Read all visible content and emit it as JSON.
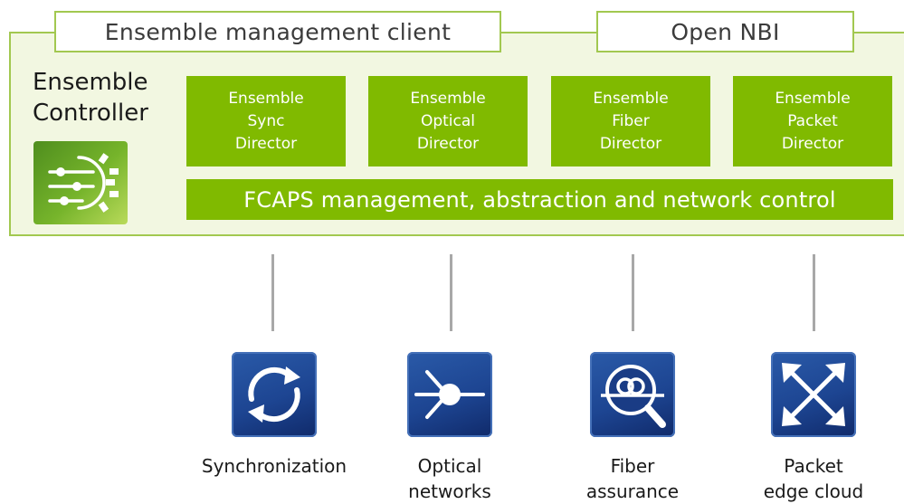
{
  "header": {
    "management_client": "Ensemble management client",
    "open_nbi": "Open NBI"
  },
  "controller": {
    "title_line1": "Ensemble",
    "title_line2": "Controller",
    "logo_icon": "sliders-gear-icon"
  },
  "directors": [
    {
      "line1": "Ensemble",
      "line2": "Sync",
      "line3": "Director"
    },
    {
      "line1": "Ensemble",
      "line2": "Optical",
      "line3": "Director"
    },
    {
      "line1": "Ensemble",
      "line2": "Fiber",
      "line3": "Director"
    },
    {
      "line1": "Ensemble",
      "line2": "Packet",
      "line3": "Director"
    }
  ],
  "fcaps_bar": "FCAPS management, abstraction and network control",
  "networks": [
    {
      "icon": "sync-arrows-icon",
      "line1": "Synchronization",
      "line2": ""
    },
    {
      "icon": "optical-node-icon",
      "line1": "Optical",
      "line2": "networks"
    },
    {
      "icon": "fiber-magnifier-icon",
      "line1": "Fiber",
      "line2": "assurance"
    },
    {
      "icon": "packet-cross-arrows-icon",
      "line1": "Packet",
      "line2": "edge cloud"
    }
  ],
  "colors": {
    "accent_green": "#80ba00",
    "panel_background": "#f2f7e1",
    "panel_border": "#a2c850",
    "icon_blue": "#1d4592",
    "connector_gray": "#a8a8a8"
  }
}
